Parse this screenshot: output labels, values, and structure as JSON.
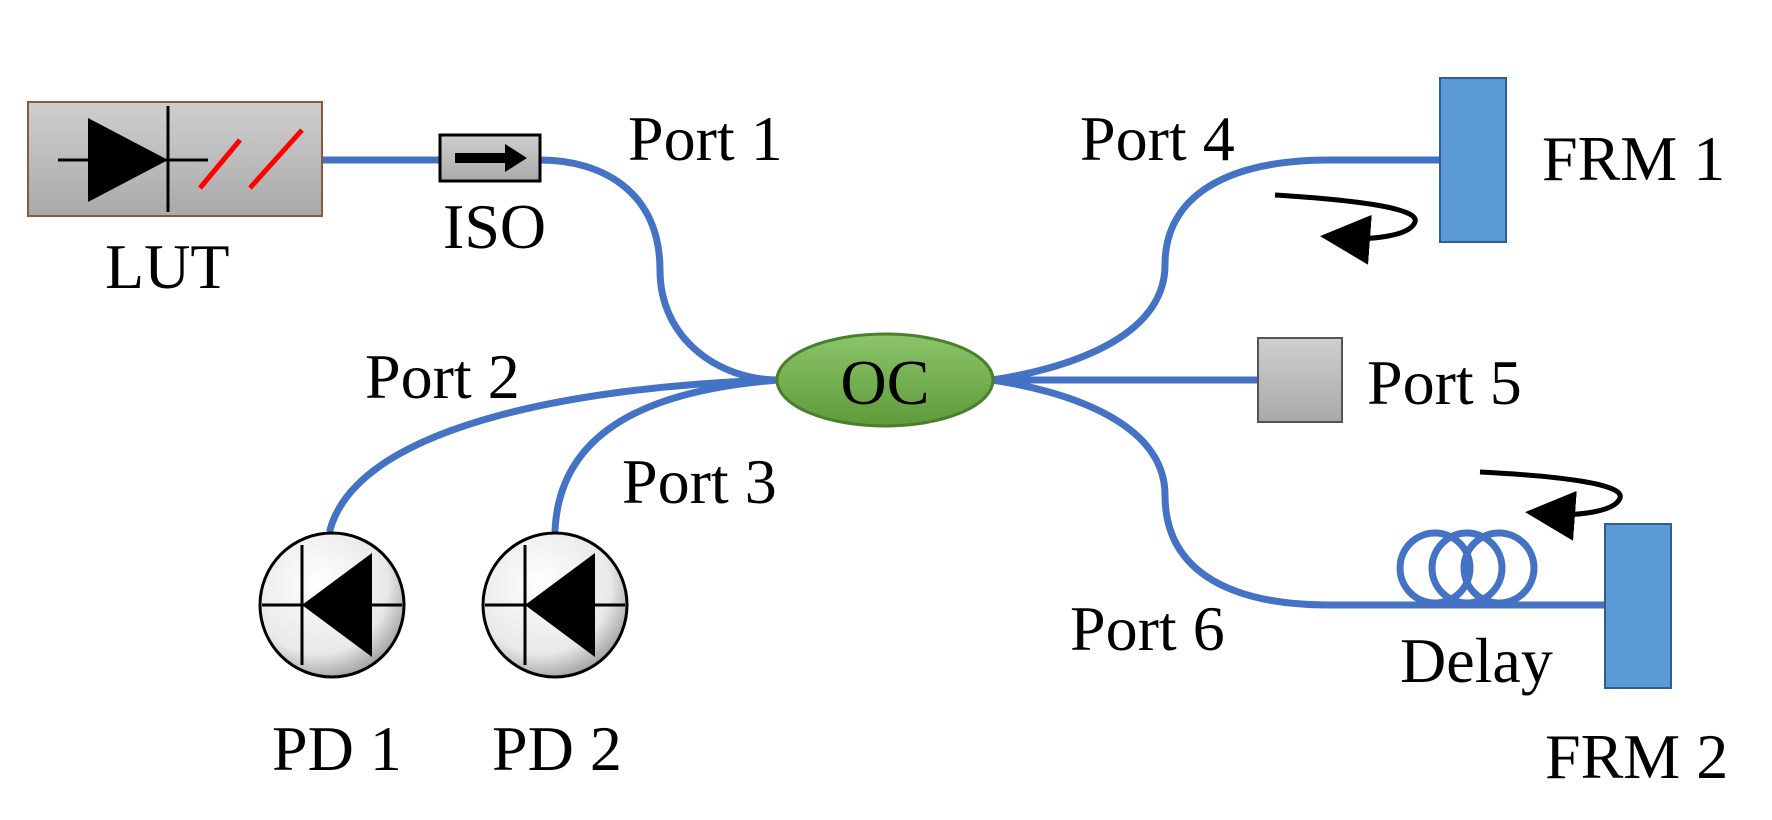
{
  "labels": {
    "lut": "LUT",
    "iso": "ISO",
    "oc": "OC",
    "port1": "Port 1",
    "port2": "Port 2",
    "port3": "Port 3",
    "port4": "Port 4",
    "port5": "Port 5",
    "port6": "Port 6",
    "pd1": "PD 1",
    "pd2": "PD 2",
    "frm1": "FRM 1",
    "frm2": "FRM 2",
    "delay": "Delay"
  },
  "colors": {
    "fiber": "#4472c4",
    "oc_fill": "#70ad47",
    "frm_fill": "#5b9bd5",
    "box_fill": "#bfbfbf",
    "laser_marks": "#ff0000"
  },
  "icons": {
    "laser": "laser-diode-icon",
    "isolator": "isolator-arrow-icon",
    "photodiode": "photodiode-icon",
    "coupler": "coupler-ellipse",
    "mirror": "faraday-rotator-mirror",
    "delay": "fiber-coil-icon",
    "terminator": "port-terminator"
  }
}
